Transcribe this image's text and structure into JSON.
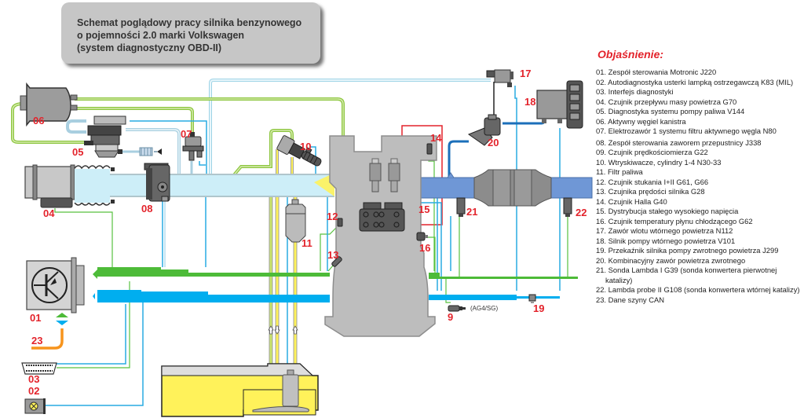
{
  "title": {
    "lines": [
      "Schemat poglądowy pracy silnika benzynowego",
      "o pojemności 2.0 marki Volkswagen",
      "(system diagnostyczny OBD-II)"
    ]
  },
  "legend": {
    "heading": "Objaśnienie:",
    "items": [
      "01. Zespół sterowania Motronic J220",
      "02. Autodiagnostyka usterki lampką ostrzegawczą K83 (MIL)",
      "03. Interfejs diagnostyki",
      "04. Czujnik przepływu masy powietrza G70",
      "05. Diagnostyka systemu pompy paliwa V144",
      "06. Aktywny węgiel kanistra",
      "07. Elektrozawór 1 systemu filtru aktywnego węgla N80",
      "08. Zespół sterowania zaworem przepustnicy J338",
      "09. Czujnik prędkościomierza  G22",
      "10. Wtryskiwacze, cylindry 1-4 N30-33",
      "11. Filtr paliwa",
      "12. Czujnik stukania I+II G61, G66",
      "13. Czujnika prędości silnika G28",
      "14. Czujnik Halla G40",
      "15. Dystrybucja stałego wysokiego napięcia",
      "16. Czujnik temperatury płynu chłodzącego G62",
      "17. Zawór wlotu wtórnego powietrza N112",
      "18. Silnik pompy wtórnego powietrza V101",
      "19. Przekaźnik silnika pompy zwrotnego powietrza J299",
      "20. Kombinacyjny zawór powietrza zwrotnego",
      "21. Sonda Lambda I G39 (sonda konwertera pierwotnej katalizy)",
      "22. Lambda probe II G108 (sonda konwertera wtórnej katalizy)",
      "23.  Dane szyny CAN"
    ]
  },
  "component_labels": {
    "c01": "01",
    "c02": "02",
    "c03": "03",
    "c04": "04",
    "c05": "05",
    "c06": "06",
    "c07": "07",
    "c08": "08",
    "c09": "9",
    "c10": "10",
    "c11": "11",
    "c12": "12",
    "c13": "13",
    "c14": "14",
    "c15": "15",
    "c16": "16",
    "c17": "17",
    "c18": "18",
    "c19": "19",
    "c20": "20",
    "c21": "21",
    "c22": "22",
    "c23": "23"
  },
  "annotations": {
    "gearbox": "(AG4/SG)"
  },
  "colors": {
    "label_red": "#e3232b",
    "bus_green": "#4dbb38",
    "bus_blue": "#00aeef",
    "can_orange": "#f7941d",
    "fuel_yellow": "#fff25a",
    "intake_air": "#cdeef8",
    "exhaust": "#6f97d6"
  }
}
